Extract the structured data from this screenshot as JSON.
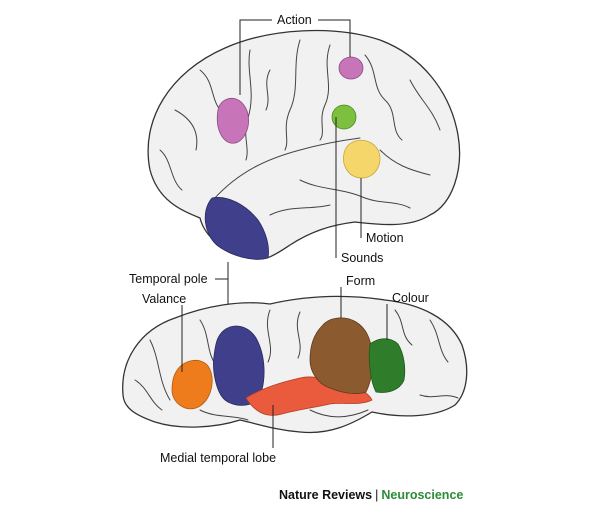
{
  "labels": {
    "action": "Action",
    "motion": "Motion",
    "sounds": "Sounds",
    "temporal_pole": "Temporal pole",
    "form": "Form",
    "colour": "Colour",
    "valance": "Valance",
    "medial_temporal_lobe": "Medial temporal lobe"
  },
  "colors": {
    "action": "#c774b8",
    "sounds": "#7dbf3f",
    "motion": "#f5d66a",
    "temporal_pole": "#3f3f8c",
    "form": "#8b5a2e",
    "colour": "#2f7d2a",
    "valance": "#ee7c1c",
    "medial_temporal_lobe": "#ea5a3d"
  },
  "credit": {
    "publisher": "Nature Reviews",
    "separator": "|",
    "journal": "Neuroscience"
  }
}
